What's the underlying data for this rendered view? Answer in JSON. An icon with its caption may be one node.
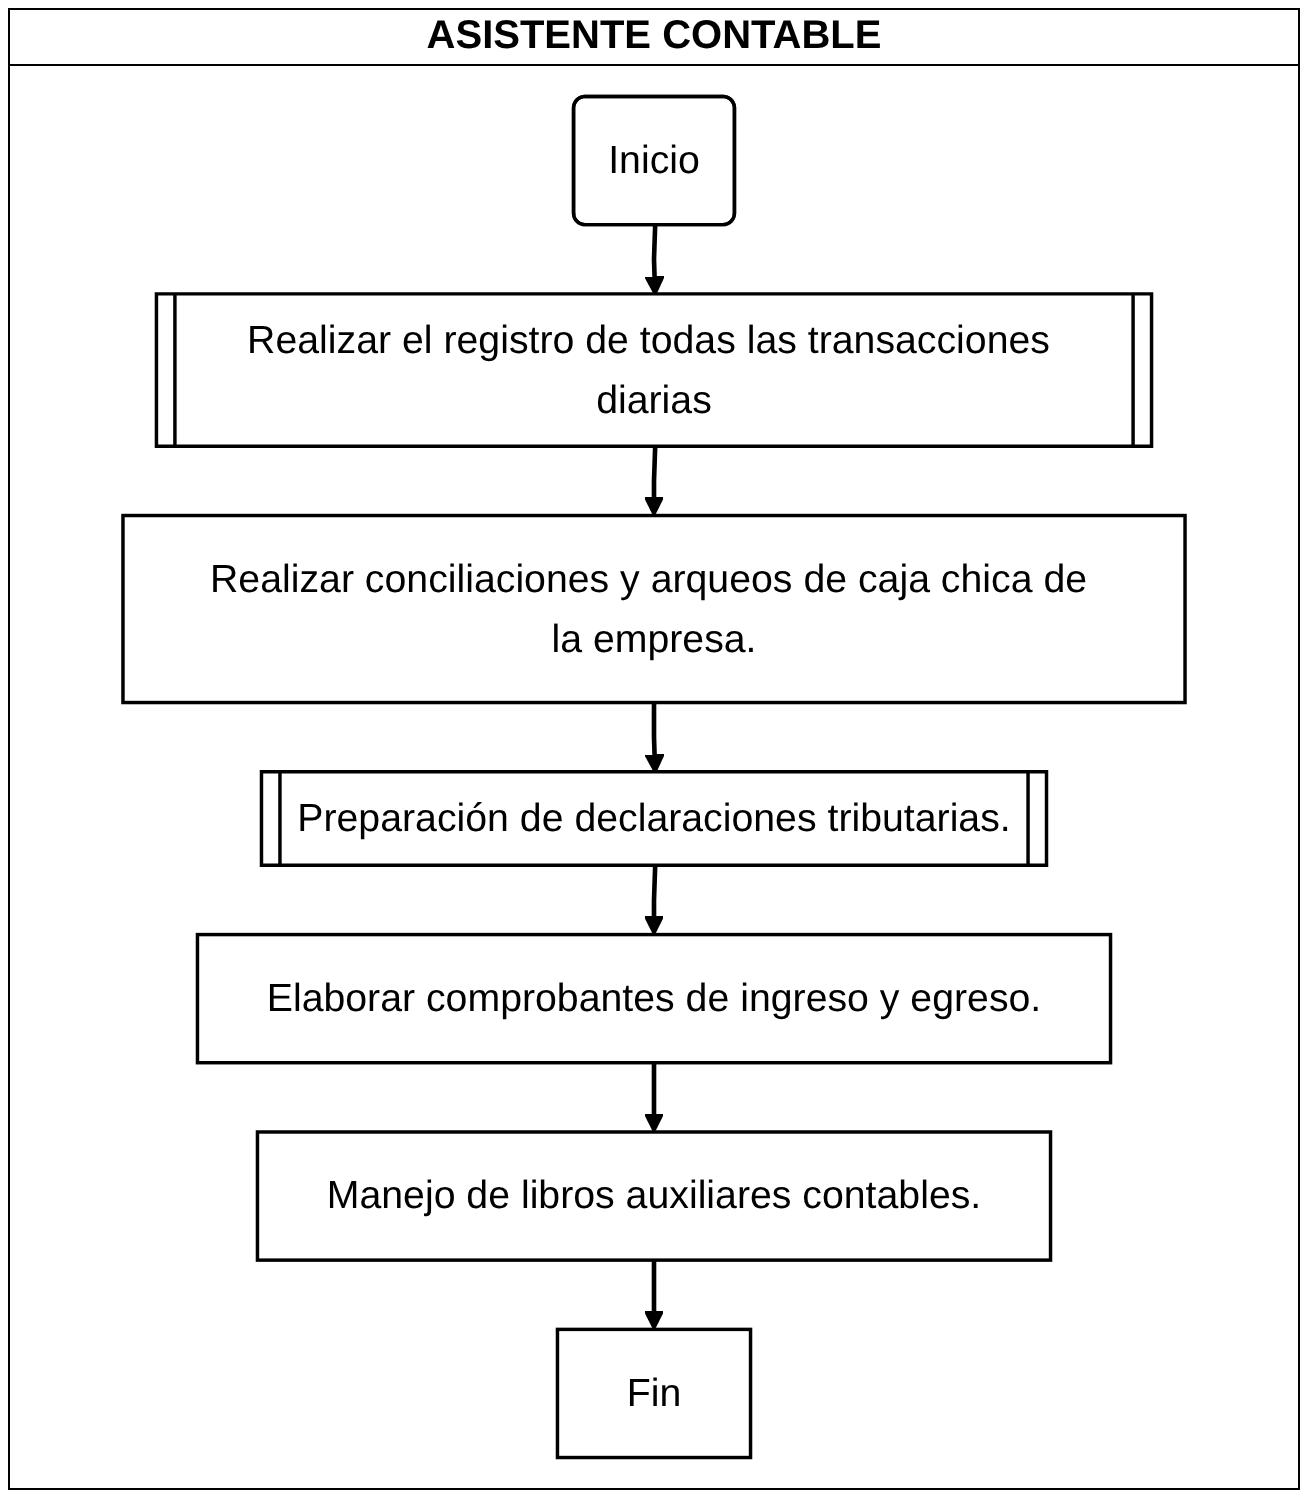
{
  "diagram": {
    "title": "ASISTENTE CONTABLE",
    "nodes": [
      {
        "text": [
          "Inicio"
        ]
      },
      {
        "text": [
          "Realizar el registro de todas las transacciones diarias"
        ]
      },
      {
        "text": [
          "Realizar conciliaciones y arqueos de caja chica de la empresa."
        ]
      },
      {
        "text": [
          "Preparación de declaraciones tributarias."
        ]
      },
      {
        "text": [
          "Elaborar comprobantes de ingreso y egreso."
        ]
      },
      {
        "text": [
          "Manejo de libros auxiliares contables."
        ]
      },
      {
        "text": [
          "Fin"
        ]
      }
    ],
    "edges": [
      {
        "from": 0,
        "to": 1,
        "arrow": "to"
      },
      {
        "from": 1,
        "to": 2,
        "arrow": "to"
      },
      {
        "from": 2,
        "to": 3,
        "arrow": "to"
      },
      {
        "from": 3,
        "to": 4,
        "arrow": "to"
      },
      {
        "from": 4,
        "to": 5,
        "arrow": "to"
      },
      {
        "from": 5,
        "to": 6,
        "arrow": "to"
      }
    ]
  }
}
